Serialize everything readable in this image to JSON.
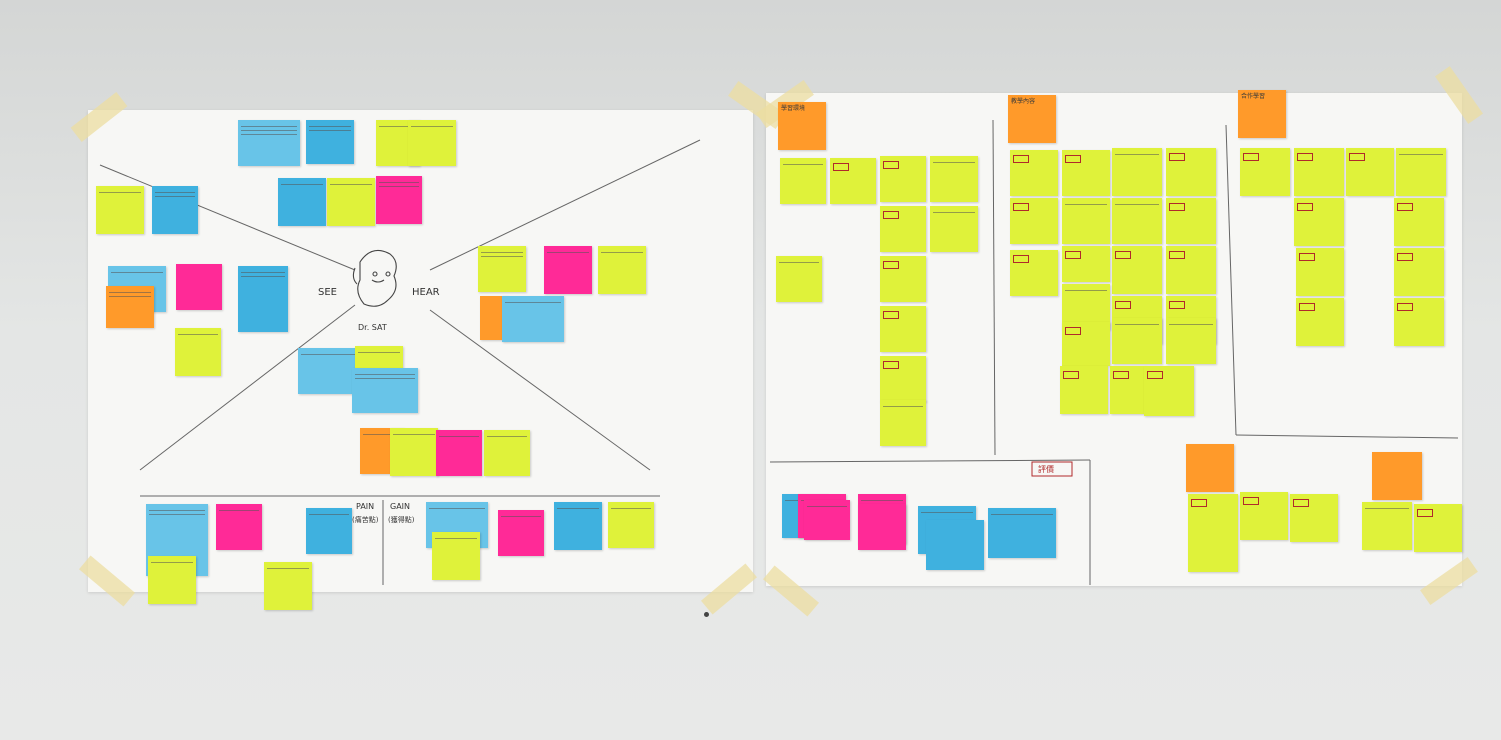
{
  "scene": {
    "description_tags": [
      "wall",
      "paper-sheet",
      "sticky-notes",
      "masking-tape"
    ]
  },
  "left_sheet": {
    "labels": {
      "see": "SEE",
      "hear": "HEAR",
      "name": "Dr. SAT",
      "pain": "PAIN",
      "pain_sub": "(痛苦點)",
      "gain": "GAIN",
      "gain_sub": "(獲得點)"
    }
  },
  "right_sheet": {
    "headers": [
      "學習環境",
      "教學內容",
      "合作學習"
    ],
    "tag": "評價"
  },
  "colors": {
    "yellow": "#dff23a",
    "blue": "#3fb1df",
    "light_blue": "#68c4e8",
    "pink": "#ff2a97",
    "orange": "#ff9a2a",
    "paper": "#f7f7f5"
  }
}
